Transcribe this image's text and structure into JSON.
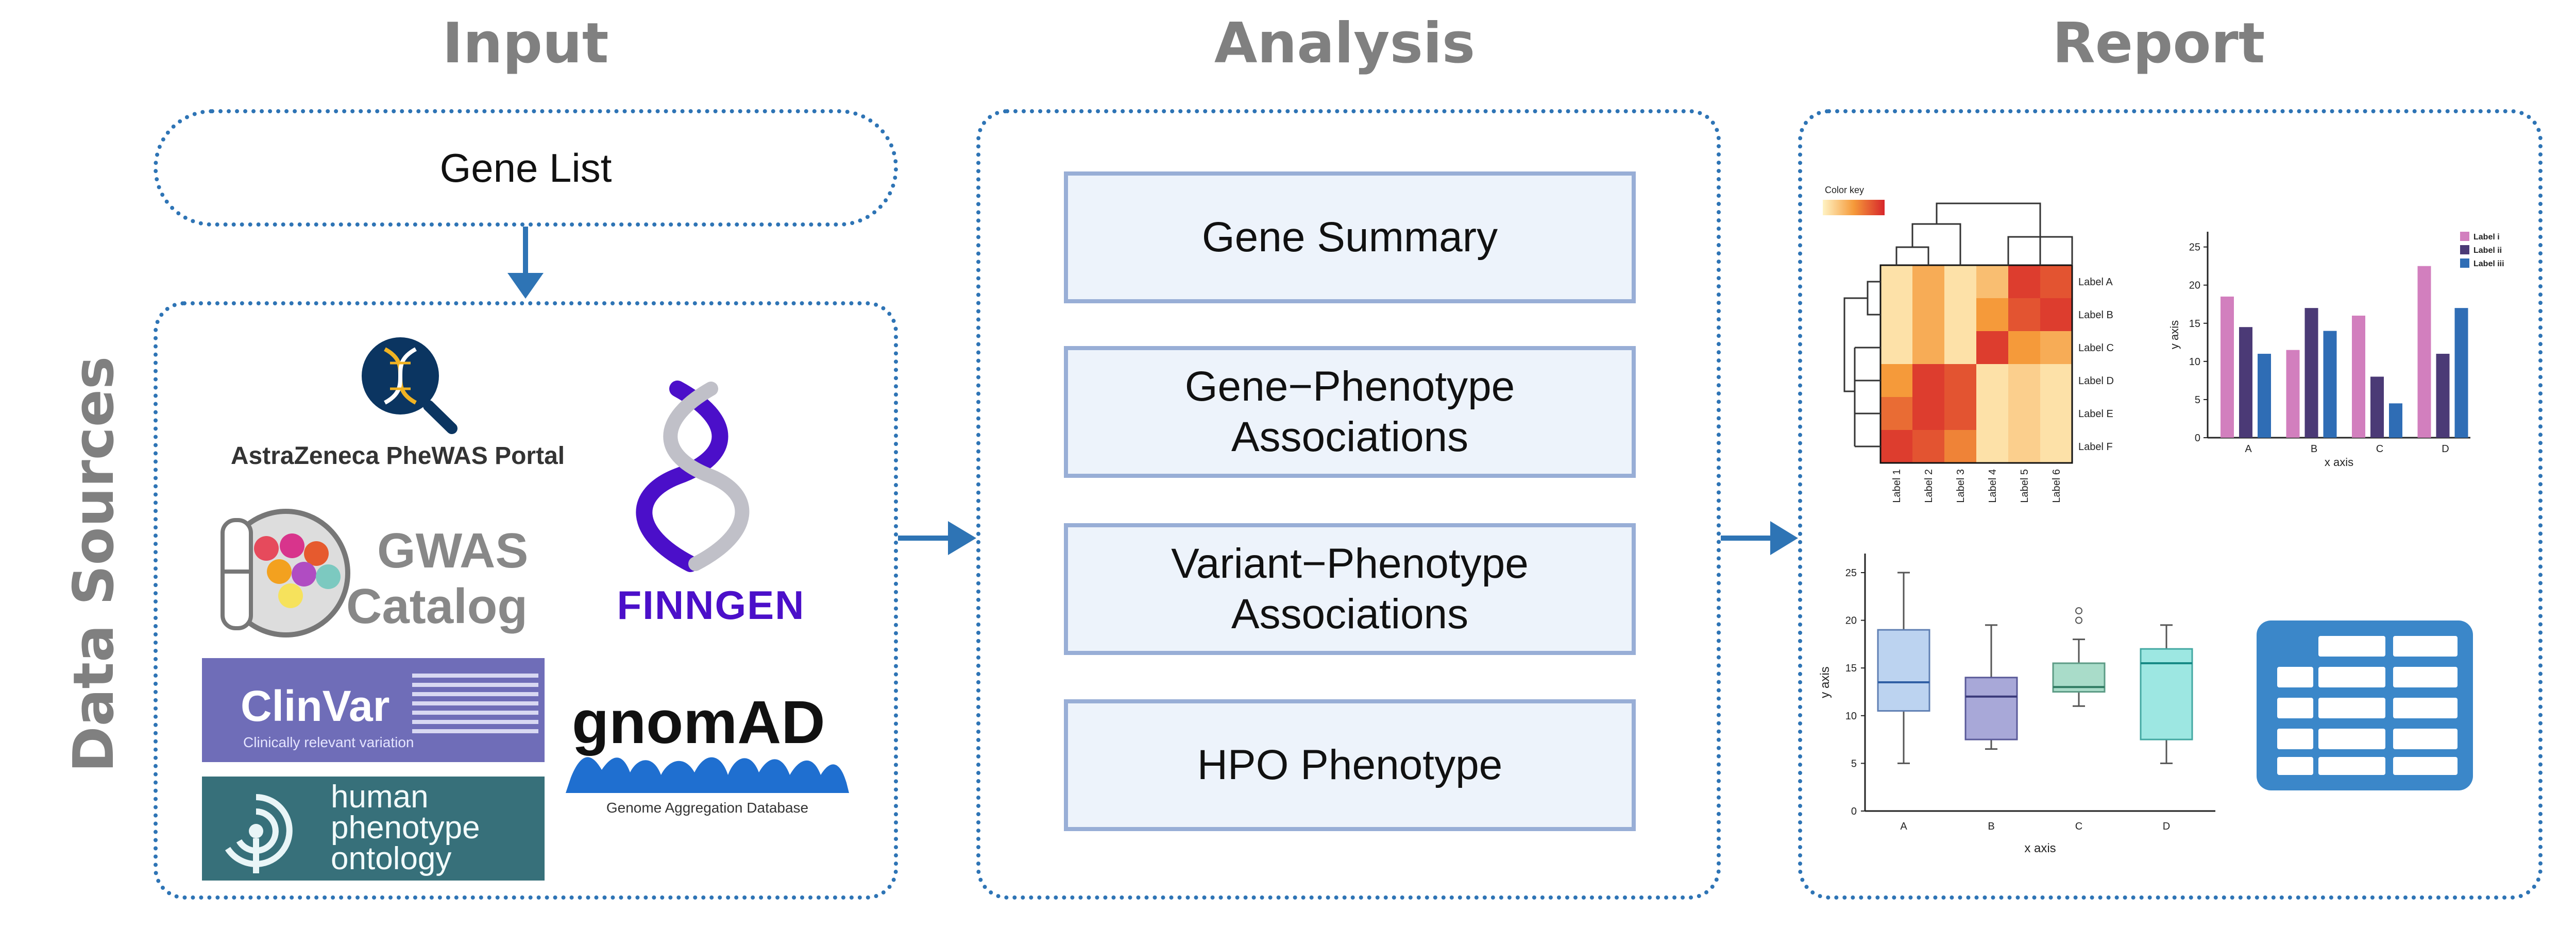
{
  "columns": {
    "input": "Input",
    "analysis": "Analysis",
    "report": "Report"
  },
  "side_label": "Data Sources",
  "gene_list": "Gene List",
  "analysis_boxes": [
    "Gene Summary",
    "Gene−Phenotype\nAssociations",
    "Variant−Phenotype\nAssociations",
    "HPO Phenotype"
  ],
  "logos": {
    "astrazeneca": "AstraZeneca PheWAS Portal",
    "gwas_1": "GWAS",
    "gwas_2": "Catalog",
    "finngen": "FINNGEN",
    "clinvar": "ClinVar",
    "clinvar_sub": "Clinically relevant variation",
    "gnomad": "gnomAD",
    "gnomad_sub": "Genome Aggregation Database",
    "hpo_1": "human",
    "hpo_2": "phenotype",
    "hpo_3": "ontology"
  },
  "heatmap": {
    "color_key": "Color key",
    "row_labels": [
      "Label A",
      "Label B",
      "Label C",
      "Label D",
      "Label E",
      "Label F"
    ],
    "col_labels": [
      "Label 1",
      "Label 2",
      "Label 3",
      "Label 4",
      "Label 5",
      "Label 6"
    ],
    "values": [
      [
        0.1,
        0.4,
        0.1,
        0.3,
        0.9,
        0.8
      ],
      [
        0.1,
        0.4,
        0.1,
        0.5,
        0.8,
        0.9
      ],
      [
        0.1,
        0.4,
        0.1,
        0.9,
        0.5,
        0.4
      ],
      [
        0.5,
        0.9,
        0.8,
        0.1,
        0.2,
        0.1
      ],
      [
        0.7,
        0.9,
        0.8,
        0.1,
        0.2,
        0.1
      ],
      [
        0.9,
        0.8,
        0.6,
        0.1,
        0.2,
        0.1
      ]
    ]
  },
  "bar_chart": {
    "type": "bar",
    "categories": [
      "A",
      "B",
      "C",
      "D"
    ],
    "series": [
      {
        "name": "Label i",
        "color": "#d27fbe",
        "values": [
          18.5,
          11.5,
          16,
          22.5
        ]
      },
      {
        "name": "Label ii",
        "color": "#4b3a76",
        "values": [
          14.5,
          17,
          8,
          11
        ]
      },
      {
        "name": "Label iii",
        "color": "#2f6db5",
        "values": [
          11,
          14,
          4.5,
          17
        ]
      }
    ],
    "xlabel": "x axis",
    "ylabel": "y axis",
    "yticks": [
      "0",
      "5",
      "10",
      "15",
      "20",
      "25"
    ],
    "ylim": [
      0,
      27
    ]
  },
  "box_chart": {
    "type": "box",
    "categories": [
      "A",
      "B",
      "C",
      "D"
    ],
    "boxes": [
      {
        "min": 5,
        "q1": 10.5,
        "median": 13.5,
        "q3": 19,
        "max": 25,
        "fill": "#bcd3f0",
        "stroke": "#5f7fb3",
        "median_color": "#2f5fa5",
        "outliers": []
      },
      {
        "min": 6.5,
        "q1": 7.5,
        "median": 12,
        "q3": 14,
        "max": 19.5,
        "fill": "#a8a8d8",
        "stroke": "#5a5a99",
        "median_color": "#3a3a7a",
        "outliers": []
      },
      {
        "min": 11,
        "q1": 12.5,
        "median": 13,
        "q3": 15.5,
        "max": 18,
        "fill": "#a9dcc9",
        "stroke": "#5c9b85",
        "median_color": "#2f7b62",
        "outliers": [
          20,
          21
        ]
      },
      {
        "min": 5,
        "q1": 7.5,
        "median": 15.5,
        "q3": 17,
        "max": 19.5,
        "fill": "#9de7e2",
        "stroke": "#43a8a2",
        "median_color": "#178a86",
        "outliers": []
      }
    ],
    "xlabel": "x axis",
    "ylabel": "y axis",
    "yticks": [
      "0",
      "5",
      "10",
      "15",
      "20",
      "25"
    ],
    "ylim": [
      0,
      27
    ]
  },
  "colors": {
    "dotted_border": "#2e74b5",
    "title_gray": "#808080",
    "box_fill": "#edf3fb",
    "box_border": "#98aed6",
    "table_icon": "#3b87c9"
  }
}
